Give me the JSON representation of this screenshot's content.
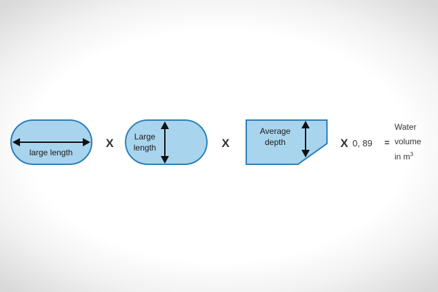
{
  "shapes": {
    "shape1": {
      "label": "large length"
    },
    "shape2": {
      "label_line1": "Large",
      "label_line2": "length"
    },
    "shape3": {
      "label_line1": "Average",
      "label_line2": "depth"
    }
  },
  "operators": {
    "times1": "X",
    "times2": "X",
    "times3": "X"
  },
  "factor": "0, 89",
  "equals": "=",
  "result": {
    "line1": "Water",
    "line2": "volume",
    "line3": "in m",
    "line3_sup": "3"
  },
  "colors": {
    "shape_fill": "#a9d4ee",
    "shape_stroke": "#2b7fb8",
    "arrow": "#111111"
  }
}
